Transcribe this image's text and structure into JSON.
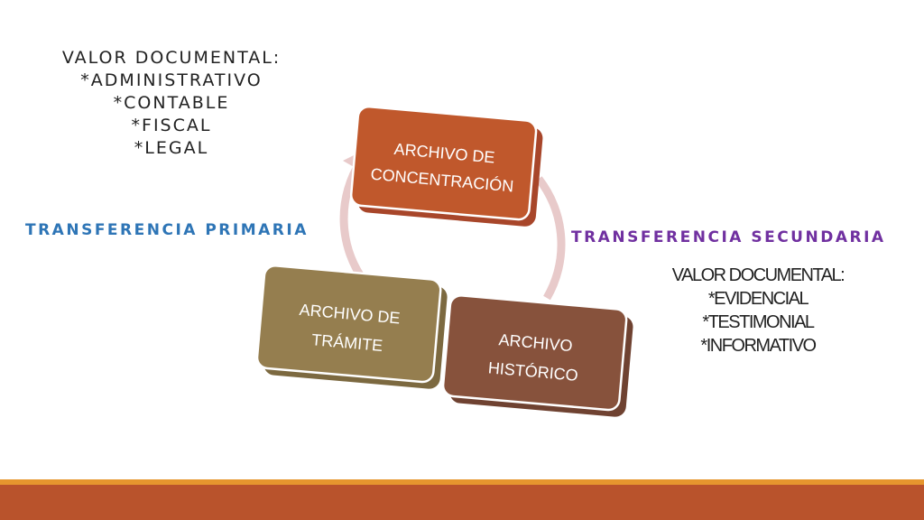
{
  "left_values": {
    "title": "VALOR DOCUMENTAL:",
    "items": [
      "*ADMINISTRATIVO",
      "*CONTABLE",
      "*FISCAL",
      "*LEGAL"
    ]
  },
  "right_values": {
    "title": "VALOR DOCUMENTAL:",
    "items": [
      "*EVIDENCIAL",
      "*TESTIMONIAL",
      "*INFORMATIVO"
    ]
  },
  "transfers": {
    "primary": "TRANSFERENCIA PRIMARIA",
    "secondary": "TRANSFERENCIA SECUNDARIA"
  },
  "boxes": {
    "concentracion": {
      "line1": "ARCHIVO DE",
      "line2": "CONCENTRACIÓN",
      "color": "#C0582C"
    },
    "tramite": {
      "line1": "ARCHIVO DE",
      "line2": "TRÁMITE",
      "color": "#957E4F"
    },
    "historico": {
      "line1": "ARCHIVO",
      "line2": "HISTÓRICO",
      "color": "#87523C"
    }
  },
  "colors": {
    "primary_label": "#2E75B6",
    "secondary_label": "#7030A0",
    "cycle_ring": "#E8CACA",
    "footer_thin": "#E6962E",
    "footer_bar": "#B9532C"
  }
}
